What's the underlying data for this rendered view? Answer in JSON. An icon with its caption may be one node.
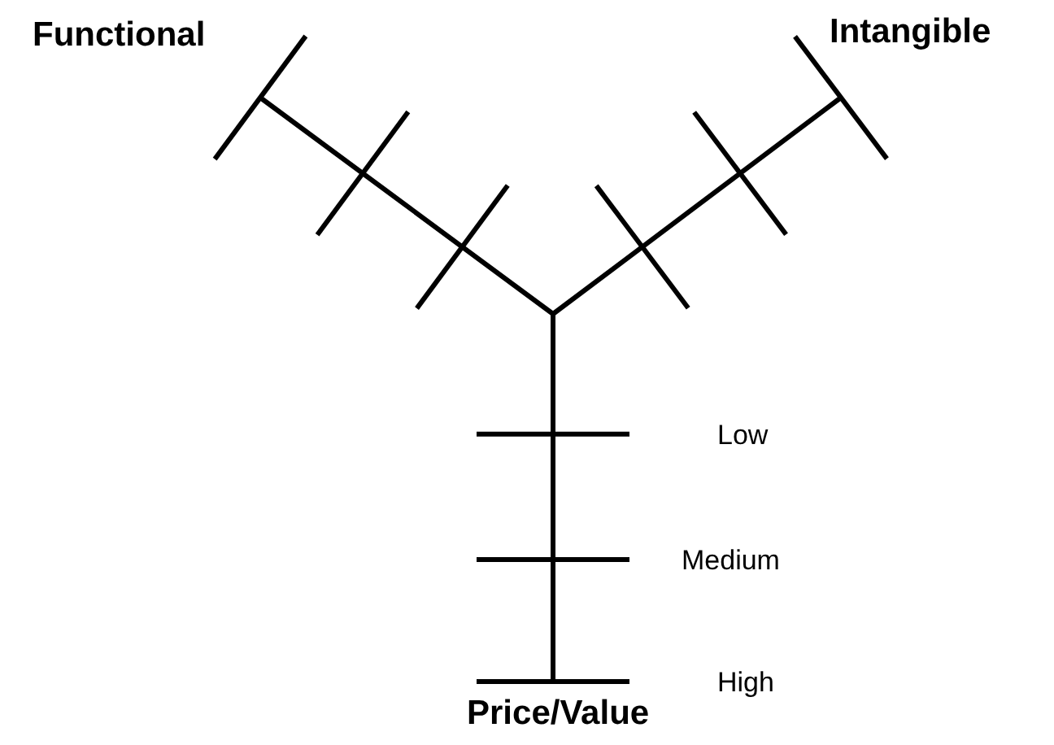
{
  "diagram": {
    "labels": [
      "Functional",
      "Intangible",
      "Low",
      "Medium",
      "High",
      "Price/Value"
    ]
  }
}
